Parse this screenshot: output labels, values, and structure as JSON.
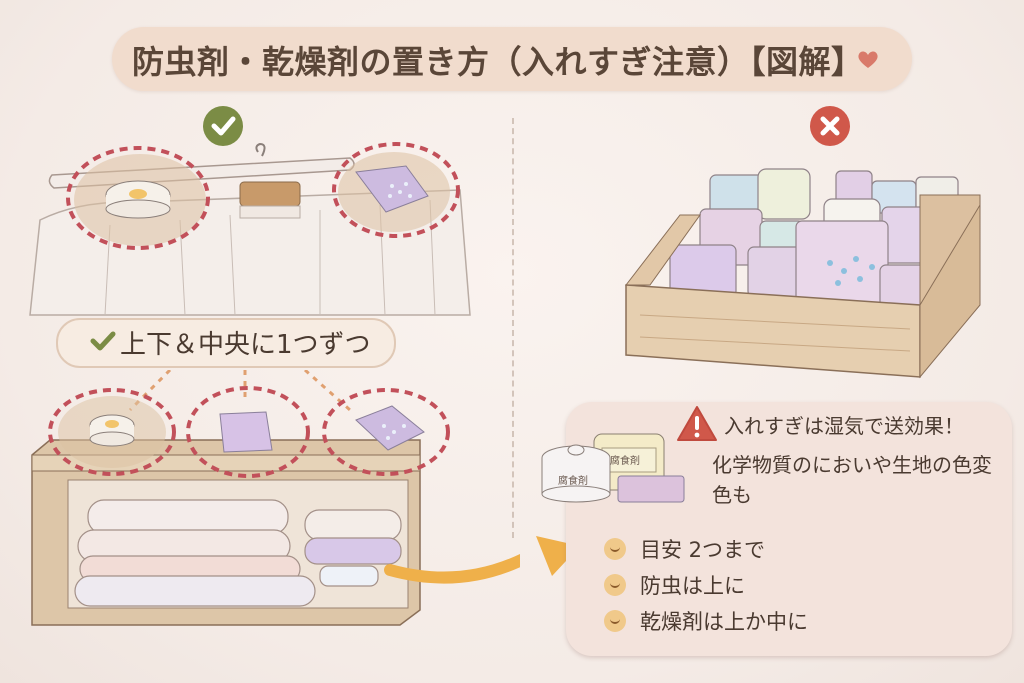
{
  "title": "防虫剤・乾燥剤の置き方（入れすぎ注意）【図解】",
  "colors": {
    "title_bg": "#f1dccd",
    "ok_green": "#7b8c45",
    "ng_red": "#d0584a",
    "heart": "#d97a6a",
    "dashed_circle": "#c2505a",
    "arrow": "#efb04a",
    "text": "#4a3a30"
  },
  "good_example": {
    "badge_icon": "check-icon",
    "placement_label": "上下＆中央に1つずつ"
  },
  "bad_example": {
    "badge_icon": "cross-icon"
  },
  "warning": {
    "icon": "warning-triangle-icon",
    "headline": "入れすぎは湿気で送効果！",
    "body": "化学物質のにおいや生地の色変色も",
    "container_labels": [
      "腐食剤",
      "腐食剤"
    ]
  },
  "tips": [
    {
      "icon": "smile-icon",
      "text": "目安 2つまで"
    },
    {
      "icon": "smile-icon",
      "text": "防虫は上に"
    },
    {
      "icon": "smile-icon",
      "text": "乾燥剤は上か中に"
    }
  ]
}
